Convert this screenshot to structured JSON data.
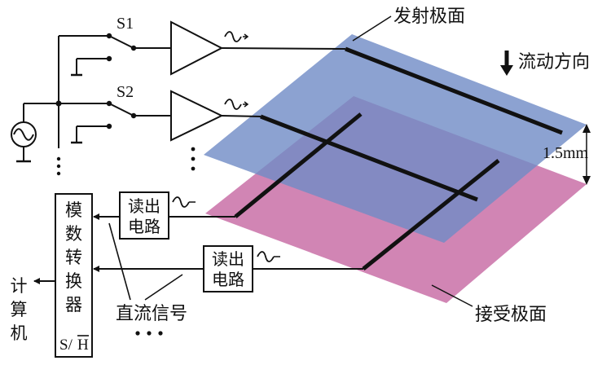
{
  "labels": {
    "transmit_plane": "发射极面",
    "flow_direction": "流动方向",
    "gap": "1.5mm",
    "receive_plane": "接受极面",
    "switch1": "S1",
    "switch2": "S2",
    "readout_a_line1": "读出",
    "readout_a_line2": "电路",
    "readout_b_line1": "读出",
    "readout_b_line2": "电路",
    "adc_chars": [
      "模",
      "数",
      "转",
      "换",
      "器"
    ],
    "adc_sh_s": "S/",
    "adc_sh_h": "H",
    "computer_chars": [
      "计",
      "算",
      "机"
    ],
    "dc_signal": "直流信号"
  },
  "colors": {
    "transmit_plane": "#7d95c9",
    "receive_plane": "#c76aa4",
    "line": "#111111"
  }
}
